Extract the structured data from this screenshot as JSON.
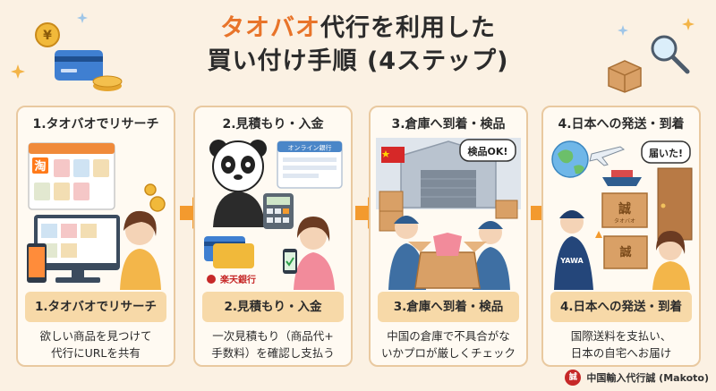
{
  "title": {
    "accent": "タオバオ",
    "line1_rest": "代行を利用した",
    "line2": "買い付け手順 (4ステップ)"
  },
  "steps": [
    {
      "heading": "1.タオバオでリサーチ",
      "band": "1.タオバオでリサーチ",
      "desc_line1": "欲しい商品を見つけて",
      "desc_line2": "代行にURLを共有"
    },
    {
      "heading": "2.見積もり・入金",
      "band": "2.見積もり・入金",
      "desc_line1": "一次見積もり（商品代+",
      "desc_line2": "手数料）を確認し支払う"
    },
    {
      "heading": "3.倉庫へ到着・検品",
      "band": "3.倉庫へ到着・検品",
      "desc_line1": "中国の倉庫で不具合がな",
      "desc_line2": "いかプロが厳しくチェック"
    },
    {
      "heading": "4.日本への発送・到着",
      "band": "4.日本への発送・到着",
      "desc_line1": "国際送料を支払い、",
      "desc_line2": "日本の自宅へお届け"
    }
  ],
  "illustration_text": {
    "taobao_logo": "淘",
    "online_bank": "オンライン銀行",
    "rakuten_bank": "楽天銀行",
    "inspection_bubble": "検品OK!",
    "arrived_bubble": "届いた!",
    "box_logo": "誠",
    "box_label": "タオバオ",
    "courier": "YAWA"
  },
  "footer": {
    "logo": "誠",
    "text": "中国輸入代行誠 (Makoto)"
  },
  "colors": {
    "background": "#fbf1e3",
    "accent": "#e8742a",
    "band": "#f7d9a8",
    "card_border": "#e9c9a0"
  }
}
